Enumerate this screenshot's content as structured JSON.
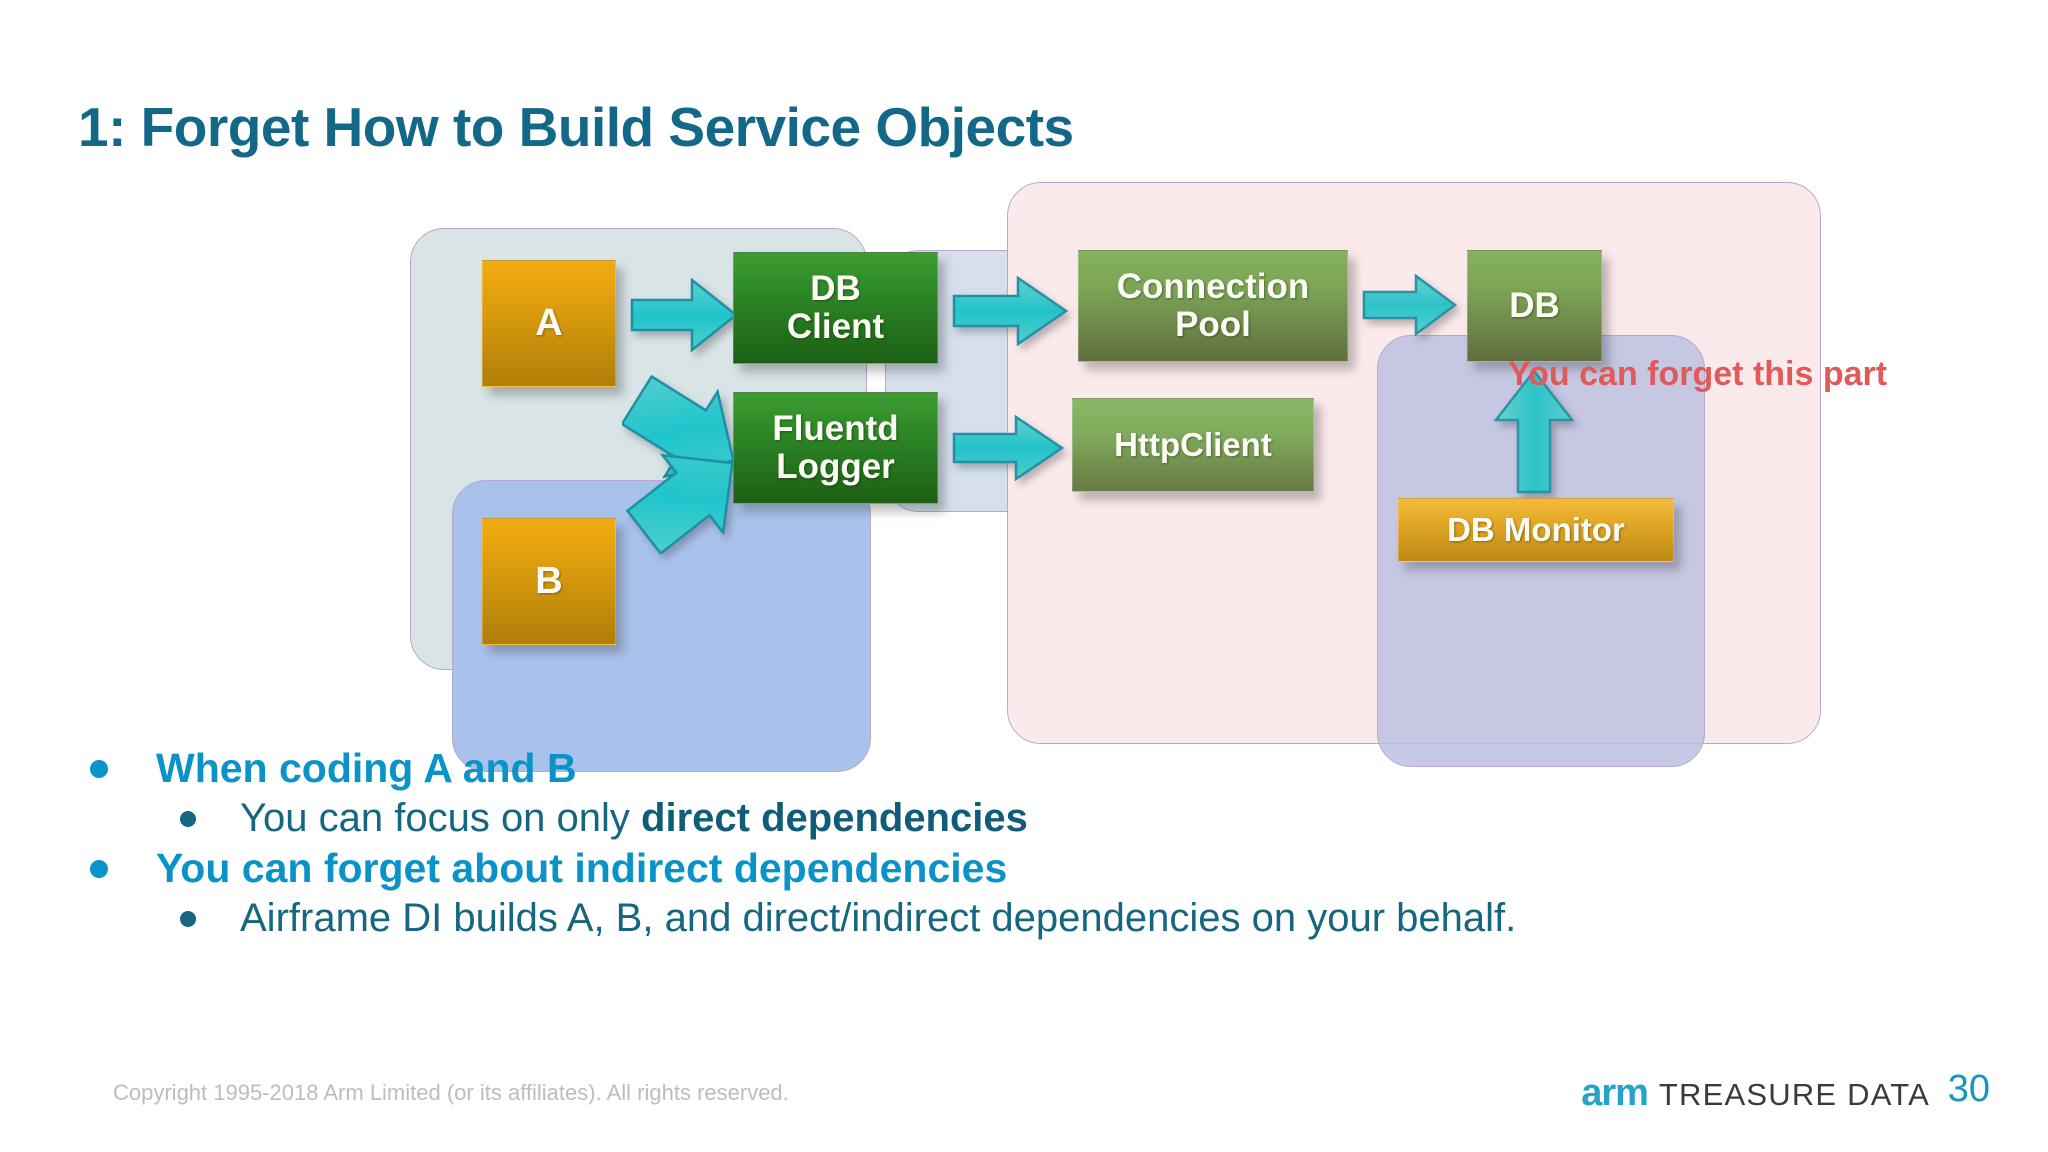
{
  "slide": {
    "title": "1: Forget How to Build Service Objects",
    "page_number": "30"
  },
  "diagram": {
    "callout": "You can forget this part",
    "nodes": [
      {
        "id": "a",
        "label": "A",
        "color": "#e9a50f",
        "kind": "consumer"
      },
      {
        "id": "b",
        "label": "B",
        "color": "#e9a50f",
        "kind": "consumer"
      },
      {
        "id": "db-client",
        "label": "DB\nClient",
        "line1": "DB",
        "line2": "Client",
        "color": "#2f8b28",
        "kind": "direct-dependency"
      },
      {
        "id": "fluentd",
        "label": "Fluentd\nLogger",
        "line1": "Fluentd",
        "line2": "Logger",
        "color": "#2f8b28",
        "kind": "direct-dependency"
      },
      {
        "id": "conn-pool",
        "label": "Connection\nPool",
        "line1": "Connection",
        "line2": "Pool",
        "color": "#7ba455",
        "kind": "indirect-dependency"
      },
      {
        "id": "http-client",
        "label": "HttpClient",
        "line1": "HttpClient",
        "line2": "",
        "color": "#7fa95c",
        "kind": "indirect-dependency"
      },
      {
        "id": "db",
        "label": "DB",
        "line1": "DB",
        "line2": "",
        "color": "#7ba455",
        "kind": "indirect-dependency"
      },
      {
        "id": "db-monitor",
        "label": "DB Monitor",
        "line1": "DB Monitor",
        "line2": "",
        "color": "#e4a927",
        "kind": "indirect-dependency"
      }
    ],
    "edges": [
      {
        "from": "a",
        "to": "db-client",
        "direction": "right"
      },
      {
        "from": "a",
        "to": "fluentd",
        "direction": "down-right"
      },
      {
        "from": "b",
        "to": "fluentd",
        "direction": "up-right"
      },
      {
        "from": "db-client",
        "to": "conn-pool",
        "direction": "right"
      },
      {
        "from": "fluentd",
        "to": "http-client",
        "direction": "right"
      },
      {
        "from": "conn-pool",
        "to": "db",
        "direction": "right"
      },
      {
        "from": "db-monitor",
        "to": "db",
        "direction": "up"
      }
    ],
    "colors": {
      "group_a": "#d8e4e6",
      "group_b": "#a9c2ec",
      "group_middle": "#ccd8e9",
      "group_forget": "#fbeaec",
      "group_db_monitor": "#bcc1e2",
      "group_border": "#b6a8cf",
      "arrow": "#3fc6c6",
      "callout_text": "#e05a5a"
    }
  },
  "bullets": [
    {
      "level": 1,
      "text": "When coding A and B"
    },
    {
      "level": 2,
      "text": "You can focus on only ",
      "bold_tail": "direct dependencies"
    },
    {
      "level": 1,
      "text": "You can forget about indirect dependencies"
    },
    {
      "level": 2,
      "text": "Airframe DI builds A, B, and direct/indirect dependencies on your behalf.",
      "bold_tail": ""
    }
  ],
  "footer": {
    "copyright": "Copyright 1995-2018 Arm Limited (or its affiliates). All rights reserved.",
    "logo_arm": "arm",
    "logo_treasure_data": "TREASURE DATA"
  }
}
